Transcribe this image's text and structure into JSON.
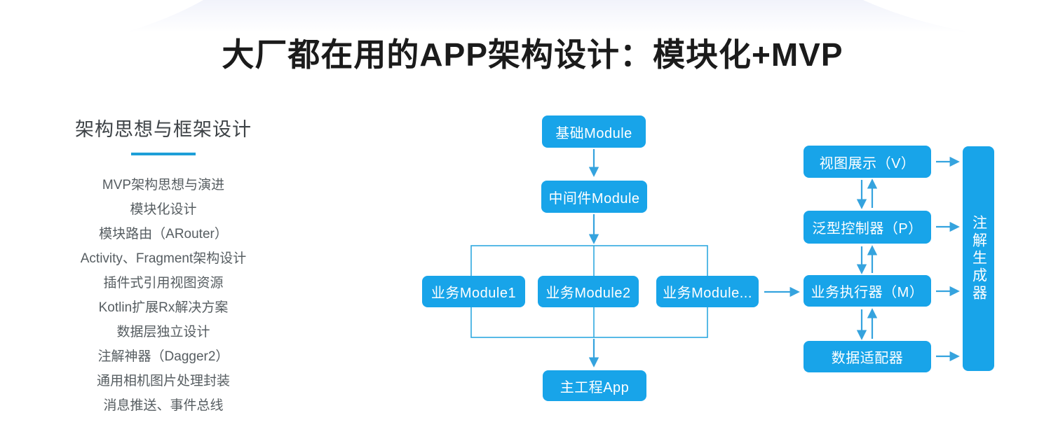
{
  "page": {
    "title": "大厂都在用的APP架构设计：模块化+MVP"
  },
  "sidebar": {
    "heading": "架构思想与框架设计",
    "items": [
      "MVP架构思想与演进",
      "模块化设计",
      "模块路由（ARouter）",
      "Activity、Fragment架构设计",
      "插件式引用视图资源",
      "Kotlin扩展Rx解决方案",
      "数据层独立设计",
      "注解神器（Dagger2）",
      "通用相机图片处理封装",
      "消息推送、事件总线"
    ]
  },
  "diagram": {
    "module_flow": {
      "base": "基础Module",
      "middleware": "中间件Module",
      "business1": "业务Module1",
      "business2": "业务Module2",
      "business_more": "业务Module...",
      "app": "主工程App"
    },
    "mvp_flow": {
      "view": "视图展示（V）",
      "presenter": "泛型控制器（P）",
      "model": "业务执行器（M）",
      "adapter": "数据适配器",
      "generator": "注解生成器"
    }
  },
  "colors": {
    "box_blue": "#18a4e9",
    "arrow_blue": "#35a3de",
    "outline_blue": "#2fa8e0",
    "underline_blue": "#1d9fd8",
    "title_color": "#1b1b1b",
    "heading_color": "#3d4246",
    "list_color": "#565d61"
  }
}
